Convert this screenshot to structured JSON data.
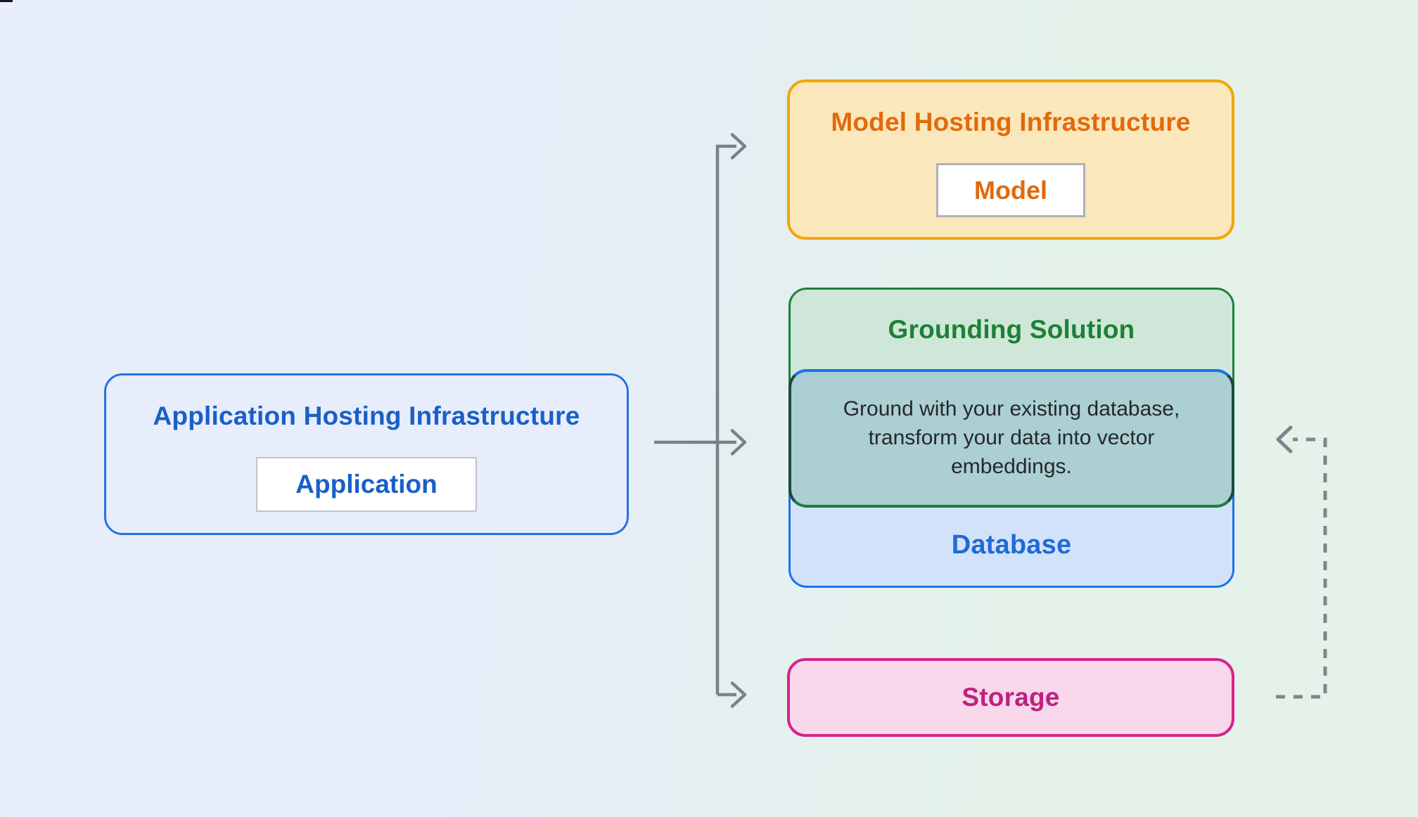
{
  "boxes": {
    "application": {
      "title": "Application Hosting Infrastructure",
      "chip": "Application"
    },
    "model": {
      "title": "Model Hosting Infrastructure",
      "chip": "Model"
    },
    "grounding": {
      "title": "Grounding Solution",
      "description": "Ground with your existing database, transform your data into vector embeddings."
    },
    "database": {
      "title": "Database"
    },
    "storage": {
      "title": "Storage"
    }
  },
  "colors": {
    "bg_left": "#E8EEFB",
    "bg_mid": "#E5EFF2",
    "bg_right": "#E4F2EA",
    "app_border": "#2374E0",
    "app_fill": "#E7EDFB",
    "app_title": "#1A5FC8",
    "chip_bg": "#FFFFFF",
    "chip_border": "#C2C5C9",
    "model_border": "#F2A60B",
    "model_fill": "#FAE8BC",
    "model_title": "#E2690C",
    "model_chip_border": "#AEB1B5",
    "green_border": "#1E8038",
    "green_fill": "#CFE7D8",
    "green_title": "#1E8038",
    "db_border": "#1A73E8",
    "db_fill": "#D3E2FB",
    "db_title": "#1E6BD6",
    "overlap_fill": "#ABCFD2",
    "overlap_side": "#1A4A40",
    "desc_text": "#25282B",
    "storage_border": "#D6248D",
    "storage_fill": "#F8D7EB",
    "storage_title": "#BE2180",
    "arrow": "#7A8187",
    "dashed": "#7D858C"
  }
}
